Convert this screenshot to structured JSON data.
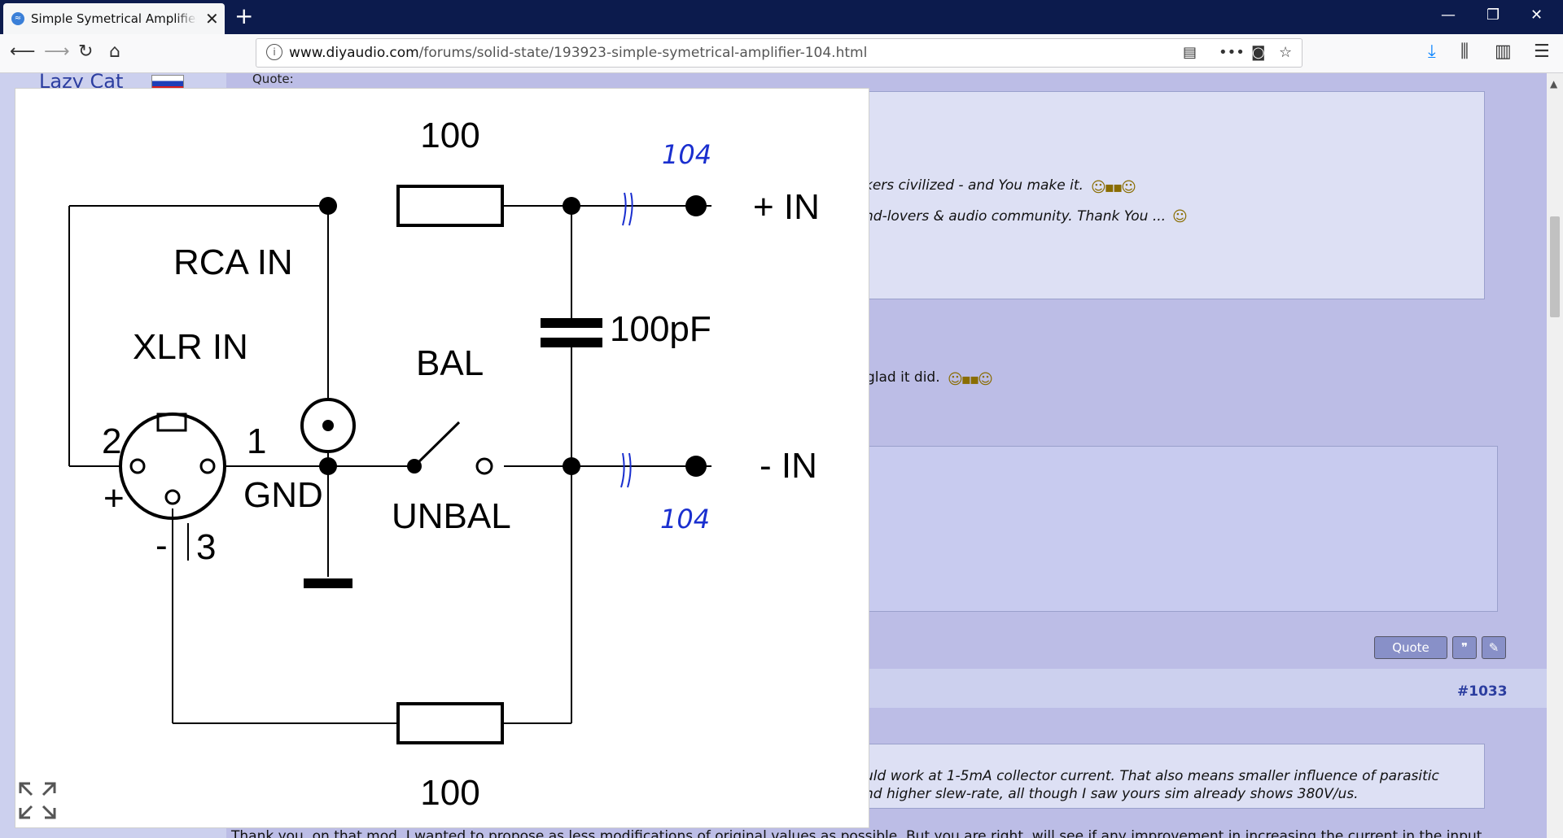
{
  "browser": {
    "tab_title": "Simple Symetrical Amplifier - P",
    "new_tab_symbol": "+",
    "url_domain": "www.diyaudio.com",
    "url_path": "/forums/solid-state/193923-simple-symetrical-amplifier-104.html"
  },
  "forum": {
    "username": "Lazy Cat",
    "quote_label": "Quote:",
    "line1": "kers civilized - and You make it.",
    "line2": "nd-lovers & audio community. Thank You ...",
    "line3": "glad it did.",
    "post_number": "#1033",
    "quote_button": "Quote",
    "line4": "uld work at 1-5mA collector current. That also means smaller influence of parasitic",
    "line5": "nd higher slew-rate, all though I saw yours sim already shows 380V/us.",
    "line6": "Thank you, on that mod, I wanted to propose as less modifications of original values as possible. But you are right, will see if any improvement in increasing the current in the input"
  },
  "schematic": {
    "res_top": "100",
    "res_bottom": "100",
    "plus_in": "+ IN",
    "minus_in": "- IN",
    "rca_in": "RCA IN",
    "xlr_in": "XLR IN",
    "cap": "100pF",
    "bal": "BAL",
    "unbal": "UNBAL",
    "gnd": "GND",
    "pin2": "2",
    "pin1": "1",
    "pin3": "3",
    "plus": "+",
    "minus": "-",
    "hand_top": "104",
    "hand_bottom": "104"
  }
}
